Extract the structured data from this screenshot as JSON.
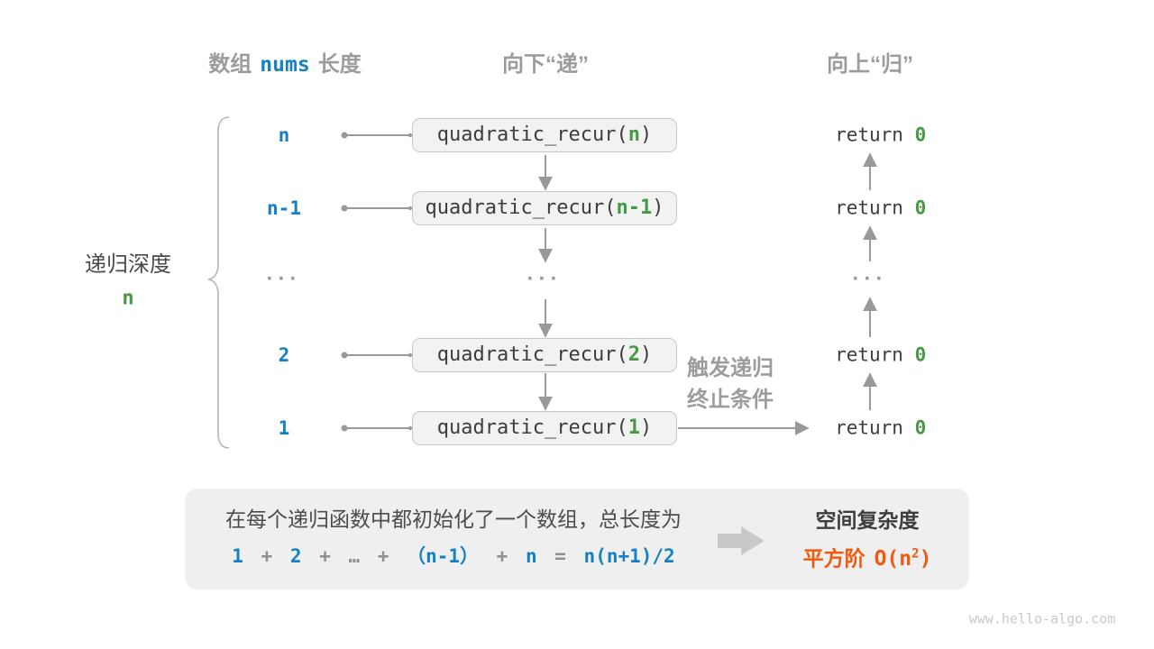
{
  "colors": {
    "blue": "#1580C4",
    "green": "#459A45",
    "orange": "#EE5A0F",
    "grayText": "#9C9C9C",
    "darkText": "#3D3D3D",
    "depthText": "#4A4A4A",
    "descText": "#4C4C4C",
    "operator": "#8F8F8F",
    "line": "#999999",
    "boxFill": "#F2F2F2",
    "boxBorder": "#C8C8C8",
    "panelFill": "#EFEFEF",
    "brace": "#B5B5B5",
    "blockArrow": "#C9C9C9",
    "watermark": "#C9C9C9"
  },
  "headers": {
    "array_length": {
      "pre": "数组",
      "code": "nums",
      "post": "长度"
    },
    "downward": "向下“递”",
    "upward": "向上“归”"
  },
  "depth": {
    "label": "递归深度",
    "value": "n"
  },
  "stack": {
    "ellipsis": "···",
    "rows": {
      "r0": {
        "size": "n",
        "call_pre": "quadratic_recur(",
        "arg": "n",
        "call_post": ")",
        "ret": "return ",
        "ret_val": "0"
      },
      "r1": {
        "size": "n-1",
        "call_pre": "quadratic_recur(",
        "arg": "n-1",
        "call_post": ")",
        "ret": "return ",
        "ret_val": "0"
      },
      "r3": {
        "size": "2",
        "call_pre": "quadratic_recur(",
        "arg": "2",
        "call_post": ")",
        "ret": "return ",
        "ret_val": "0"
      },
      "r4": {
        "size": "1",
        "call_pre": "quadratic_recur(",
        "arg": "1",
        "call_post": ")",
        "ret": "return ",
        "ret_val": "0"
      }
    }
  },
  "base_case_note": {
    "line1": "触发递归",
    "line2": "终止条件"
  },
  "summary": {
    "description": "在每个递归函数中都初始化了一个数组，总长度为",
    "formula": {
      "s01": "1",
      "s02": " + ",
      "s03": "2",
      "s04": " + ",
      "s05": "…",
      "s06": " + ",
      "s07": "（n-1）",
      "s08": " + ",
      "s09": "n",
      "s10": " = ",
      "s11": "n(n+1)/2"
    },
    "result_title": "空间复杂度",
    "result": {
      "name": "平方阶",
      "code_pre": "O(n",
      "sup": "2",
      "code_post": ")"
    }
  },
  "watermark": "www.hello-algo.com"
}
